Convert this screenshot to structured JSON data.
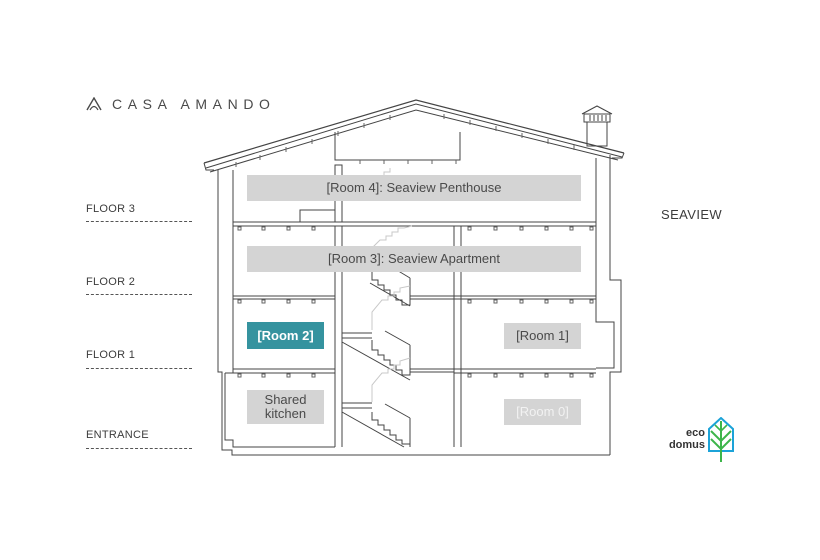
{
  "brand": {
    "name": "CASA AMANDO",
    "logo_icon": "arch-logo-icon"
  },
  "floors": [
    {
      "label": "FLOOR 3"
    },
    {
      "label": "FLOOR 2"
    },
    {
      "label": "FLOOR 1"
    },
    {
      "label": "ENTRANCE"
    }
  ],
  "side_label": "SEAVIEW",
  "rooms": {
    "room4": {
      "label": "[Room 4]: Seaview Penthouse"
    },
    "room3": {
      "label": "[Room 3]: Seaview Apartment"
    },
    "room2": {
      "label": "[Room 2]"
    },
    "room1": {
      "label": "[Room 1]"
    },
    "room0": {
      "label": "[Room 0]"
    },
    "kitchen": {
      "label_line1": "Shared",
      "label_line2": "kitchen"
    }
  },
  "eco_logo": {
    "line1": "eco",
    "line2": "domus",
    "icon": "leaf-house-icon"
  },
  "colors": {
    "highlight": "#35939f",
    "room_fill": "#d4d4d4",
    "line": "#444444",
    "eco_blue": "#1ca3d8",
    "eco_green": "#3db54a"
  }
}
